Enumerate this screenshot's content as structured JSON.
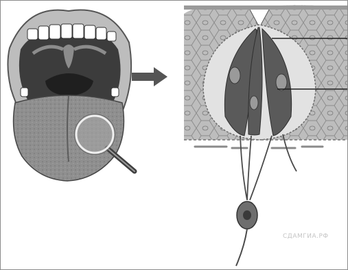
{
  "figure": {
    "left_panel": "mouth-with-tongue-and-magnifier",
    "arrow": "right-arrow",
    "right_panel": "taste-bud-cross-section",
    "watermark": "СДАМГИА.РФ",
    "colors": {
      "tongue": "#8f8f8f",
      "lips": "#bdbdbd",
      "mouth_cavity": "#3c3c3c",
      "epithelium": "#bdbdbd",
      "taste_cells": "#5a5a5a",
      "nerve": "#4a4a4a"
    }
  }
}
